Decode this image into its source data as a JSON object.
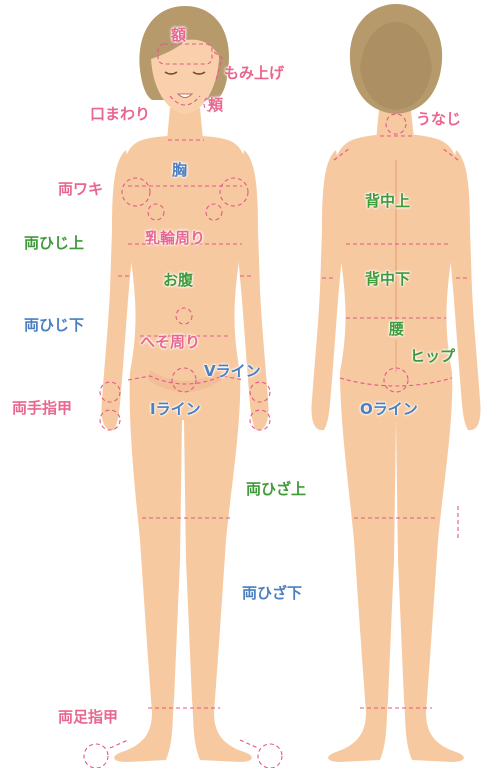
{
  "colors": {
    "skin": "#f7c9a0",
    "skin_shade": "#e9aa80",
    "hair": "#b69a6c",
    "hair_dark": "#8d7550",
    "dash_line": "#e25a86",
    "label_pink": "#e9678f",
    "label_green": "#3f9a3a",
    "label_blue": "#4a7fc1"
  },
  "labels": {
    "forehead": "額",
    "sideburns": "もみ上げ",
    "cheeks": "頬",
    "around_mouth": "口まわり",
    "nape": "うなじ",
    "chest": "胸",
    "underarms": "両ワキ",
    "upper_elbows": "両ひじ上",
    "areola": "乳輪周り",
    "stomach": "お腹",
    "lower_elbows": "両ひじ下",
    "around_navel": "へそ周り",
    "v_line": "Vライン",
    "finger_nails": "両手指甲",
    "i_line": "Iライン",
    "upper_back": "背中上",
    "lower_back": "背中下",
    "waist": "腰",
    "hips": "ヒップ",
    "o_line": "Oライン",
    "upper_knees": "両ひざ上",
    "lower_knees": "両ひざ下",
    "toe_nails": "両足指甲"
  }
}
